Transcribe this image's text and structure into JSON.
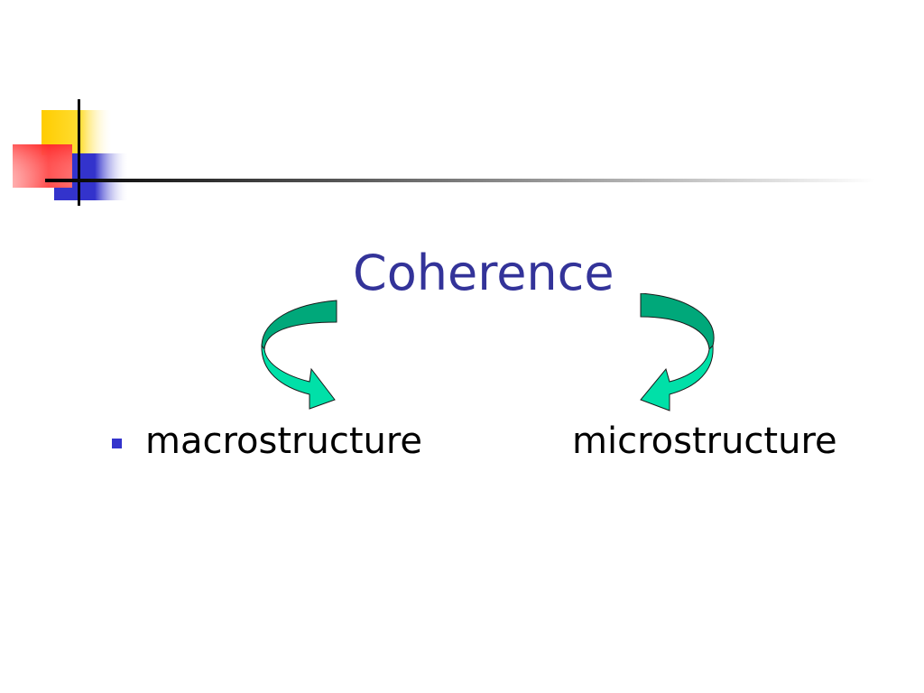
{
  "slide": {
    "title": "Coherence",
    "terms": {
      "left": "macrostructure",
      "right": "microstructure"
    },
    "bullet_icon": "square-bullet-icon",
    "arrow_icons": [
      "curved-arrow-down-right-icon",
      "curved-arrow-down-left-icon"
    ]
  },
  "colors": {
    "title": "#333399",
    "bullet": "#3333cc",
    "arrow_fill": "#00e0a8",
    "arrow_dark": "#00a87a",
    "logo_yellow": "#ffcc00",
    "logo_red": "#ff3333",
    "logo_blue": "#3333cc"
  }
}
